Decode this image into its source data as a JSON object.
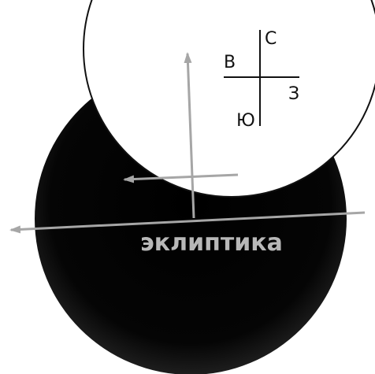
{
  "compass": {
    "north": "С",
    "west": "В",
    "east": "З",
    "south": "Ю"
  },
  "ecliptic_label": "эклиптика",
  "colors": {
    "shadow_disk": "#0a0a0a",
    "sun_disk_fill": "#ffffff",
    "sun_disk_stroke": "#111111",
    "arrow": "#a6a6a6",
    "ecliptic_text": "#b8b8b8",
    "compass_lines": "#111111"
  }
}
